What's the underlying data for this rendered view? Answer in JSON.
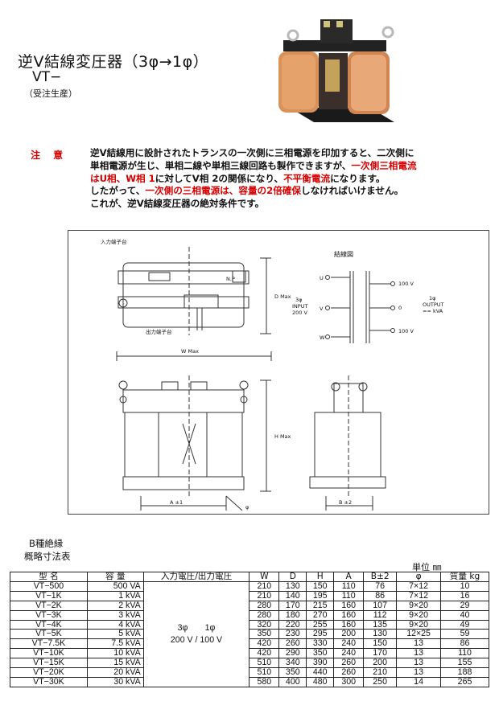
{
  "header": {
    "title": "逆V結線変圧器（3φ→1φ）",
    "model": "VT−",
    "order_note": "（受注生産）"
  },
  "caution": {
    "label": "注 意",
    "l1": "逆V結線用に設計されたトランスの一次側に三相電源を印加すると、二次側に",
    "l2a": "単相電源が生じ、単相二線や単相三線回路も製作できますが、",
    "l2b": "一次側三相電流",
    "l3a": "はU相、W相 1",
    "l3b": "に対してV相 2の関係になり、",
    "l3c": "不平衡電流",
    "l3d": "になります。",
    "l4a": "したがって、",
    "l4b": "一次側の三相電源は、容量の2倍確保",
    "l4c": "しなければいけません。",
    "l5": "これが、逆V結線変圧器の絶対条件です。"
  },
  "drawing": {
    "input_terminal": "入力端子台",
    "output_terminal": "出力端子台",
    "np": "N.P",
    "d_label": "D Max",
    "w_label": "W Max",
    "h_label": "H Max",
    "a_label": "A ±1",
    "b_label": "B ±2",
    "phi": "φ",
    "wiring_title": "結線図",
    "u": "U",
    "v": "V",
    "w": "W",
    "in1": "3φ",
    "in2": "INPUT",
    "in3": "200 V",
    "out_top": "100 V",
    "out_mid": "0",
    "out_bot": "100 V",
    "out1": "1φ",
    "out2": "OUTPUT",
    "out3": "== kVA"
  },
  "section": {
    "insulation": "B種絶縁",
    "dims": "概略寸法表",
    "unit": "単位 ㎜"
  },
  "table": {
    "headers": [
      "型 名",
      "容 量",
      "入力電圧/出力電圧",
      "W",
      "D",
      "H",
      "A",
      "B±2",
      "φ",
      "質量 kg"
    ],
    "voltage1": "3φ　　1φ",
    "voltage2": "200 V / 100 V",
    "rows": [
      [
        "VT−500",
        "500 VA",
        "210",
        "130",
        "150",
        "110",
        "76",
        "7×12",
        "10"
      ],
      [
        "VT−1K",
        "1 kVA",
        "210",
        "140",
        "195",
        "110",
        "86",
        "7×12",
        "16"
      ],
      [
        "VT−2K",
        "2 kVA",
        "280",
        "170",
        "215",
        "160",
        "107",
        "9×20",
        "29"
      ],
      [
        "VT−3K",
        "3 kVA",
        "280",
        "180",
        "270",
        "160",
        "112",
        "9×20",
        "40"
      ],
      [
        "VT−4K",
        "4 kVA",
        "320",
        "220",
        "255",
        "160",
        "135",
        "9×20",
        "49"
      ],
      [
        "VT−5K",
        "5 kVA",
        "350",
        "230",
        "295",
        "200",
        "130",
        "12×25",
        "59"
      ],
      [
        "VT−7.5K",
        "7.5 kVA",
        "420",
        "260",
        "330",
        "240",
        "150",
        "13",
        "86"
      ],
      [
        "VT−10K",
        "10 kVA",
        "420",
        "290",
        "350",
        "240",
        "170",
        "13",
        "110"
      ],
      [
        "VT−15K",
        "15 kVA",
        "510",
        "340",
        "390",
        "260",
        "200",
        "13",
        "155"
      ],
      [
        "VT−20K",
        "20 kVA",
        "510",
        "350",
        "440",
        "260",
        "210",
        "13",
        "188"
      ],
      [
        "VT−30K",
        "30 kVA",
        "580",
        "400",
        "480",
        "300",
        "250",
        "14",
        "265"
      ]
    ]
  }
}
